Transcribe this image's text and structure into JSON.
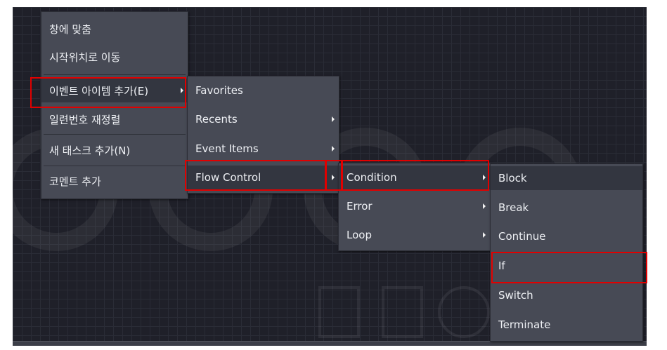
{
  "colors": {
    "canvas_bg": "#1f2029",
    "menu_bg": "#474a55",
    "menu_highlight": "#333640",
    "menu_text": "#eef0f4",
    "callout_border": "#e10000"
  },
  "context_menu": {
    "items": [
      {
        "label": "창에 맞춤",
        "submenu": false
      },
      {
        "label": "시작위치로 이동",
        "submenu": false
      },
      {
        "label": "이벤트 아이템 추가(E)",
        "submenu": true
      },
      {
        "label": "일련번호 재정렬",
        "submenu": false
      },
      {
        "label": "새 태스크 추가(N)",
        "submenu": false
      },
      {
        "label": "코멘트 추가",
        "submenu": false
      }
    ]
  },
  "event_item_submenu": {
    "items": [
      {
        "label": "Favorites",
        "submenu": false
      },
      {
        "label": "Recents",
        "submenu": true
      },
      {
        "label": "Event Items",
        "submenu": true
      },
      {
        "label": "Flow Control",
        "submenu": true
      }
    ]
  },
  "flow_control_submenu": {
    "items": [
      {
        "label": "Condition",
        "submenu": true
      },
      {
        "label": "Error",
        "submenu": true
      },
      {
        "label": "Loop",
        "submenu": true
      }
    ]
  },
  "condition_submenu": {
    "items": [
      {
        "label": "Block"
      },
      {
        "label": "Break"
      },
      {
        "label": "Continue"
      },
      {
        "label": "If"
      },
      {
        "label": "Switch"
      },
      {
        "label": "Terminate"
      }
    ]
  }
}
